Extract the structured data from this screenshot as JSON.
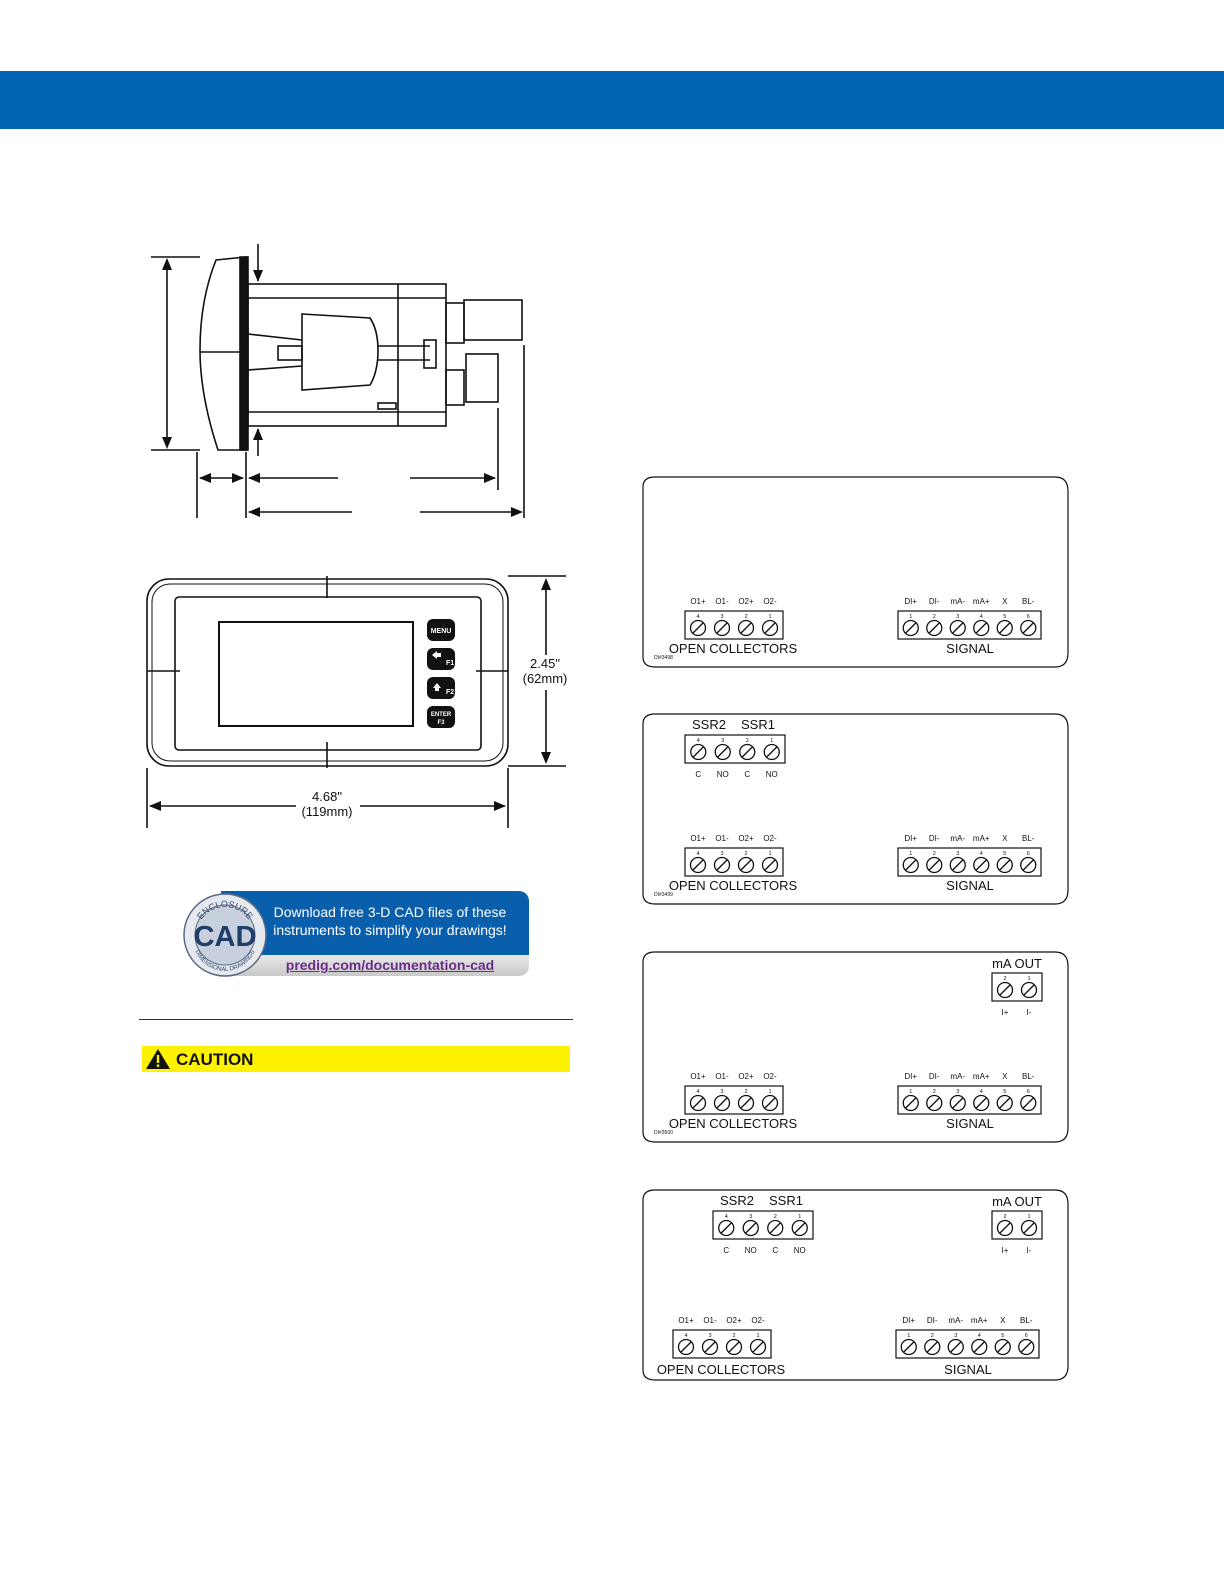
{
  "side_view": {
    "dim_height_note": "",
    "dim_depth_note": ""
  },
  "front_view": {
    "height_dim": "2.45\"",
    "height_dim_mm": "(62mm)",
    "width_dim": "4.68\"",
    "width_dim_mm": "(119mm)",
    "buttons": [
      {
        "label": "MENU"
      },
      {
        "label": "F1"
      },
      {
        "label": "F2"
      },
      {
        "label": "ENTER",
        "sub": "F3"
      }
    ]
  },
  "cad_banner": {
    "seal_top": "ENCLOSURE",
    "seal_center": "CAD",
    "seal_bottom": "DIMENSIONAL DRAWINGS",
    "line1": "Download free 3-D CAD files of these",
    "line2": "instruments to simplify your drawings!",
    "link": "predig.com/documentation-cad"
  },
  "caution": {
    "label": "CAUTION"
  },
  "wiring": {
    "oc_labels": [
      "O1+",
      "O1-",
      "O2+",
      "O2-"
    ],
    "oc_numbers": [
      "4",
      "3",
      "2",
      "1"
    ],
    "oc_title": "OPEN COLLECTORS",
    "sig_labels": [
      "DI+",
      "DI-",
      "mA-",
      "mA+",
      "X",
      "BL-"
    ],
    "sig_numbers": [
      "1",
      "2",
      "3",
      "4",
      "5",
      "6"
    ],
    "sig_title": "SIGNAL",
    "ssr_title_a": "SSR2",
    "ssr_title_b": "SSR1",
    "ssr_numbers": [
      "4",
      "3",
      "2",
      "1"
    ],
    "ssr_bottom": [
      "C",
      "NO",
      "C",
      "NO"
    ],
    "ma_title": "mA OUT",
    "ma_numbers": [
      "2",
      "1"
    ],
    "ma_bottom": [
      "I+",
      "I-"
    ],
    "codes": [
      "DI#3498",
      "DI#3499",
      "DI#3500"
    ]
  }
}
